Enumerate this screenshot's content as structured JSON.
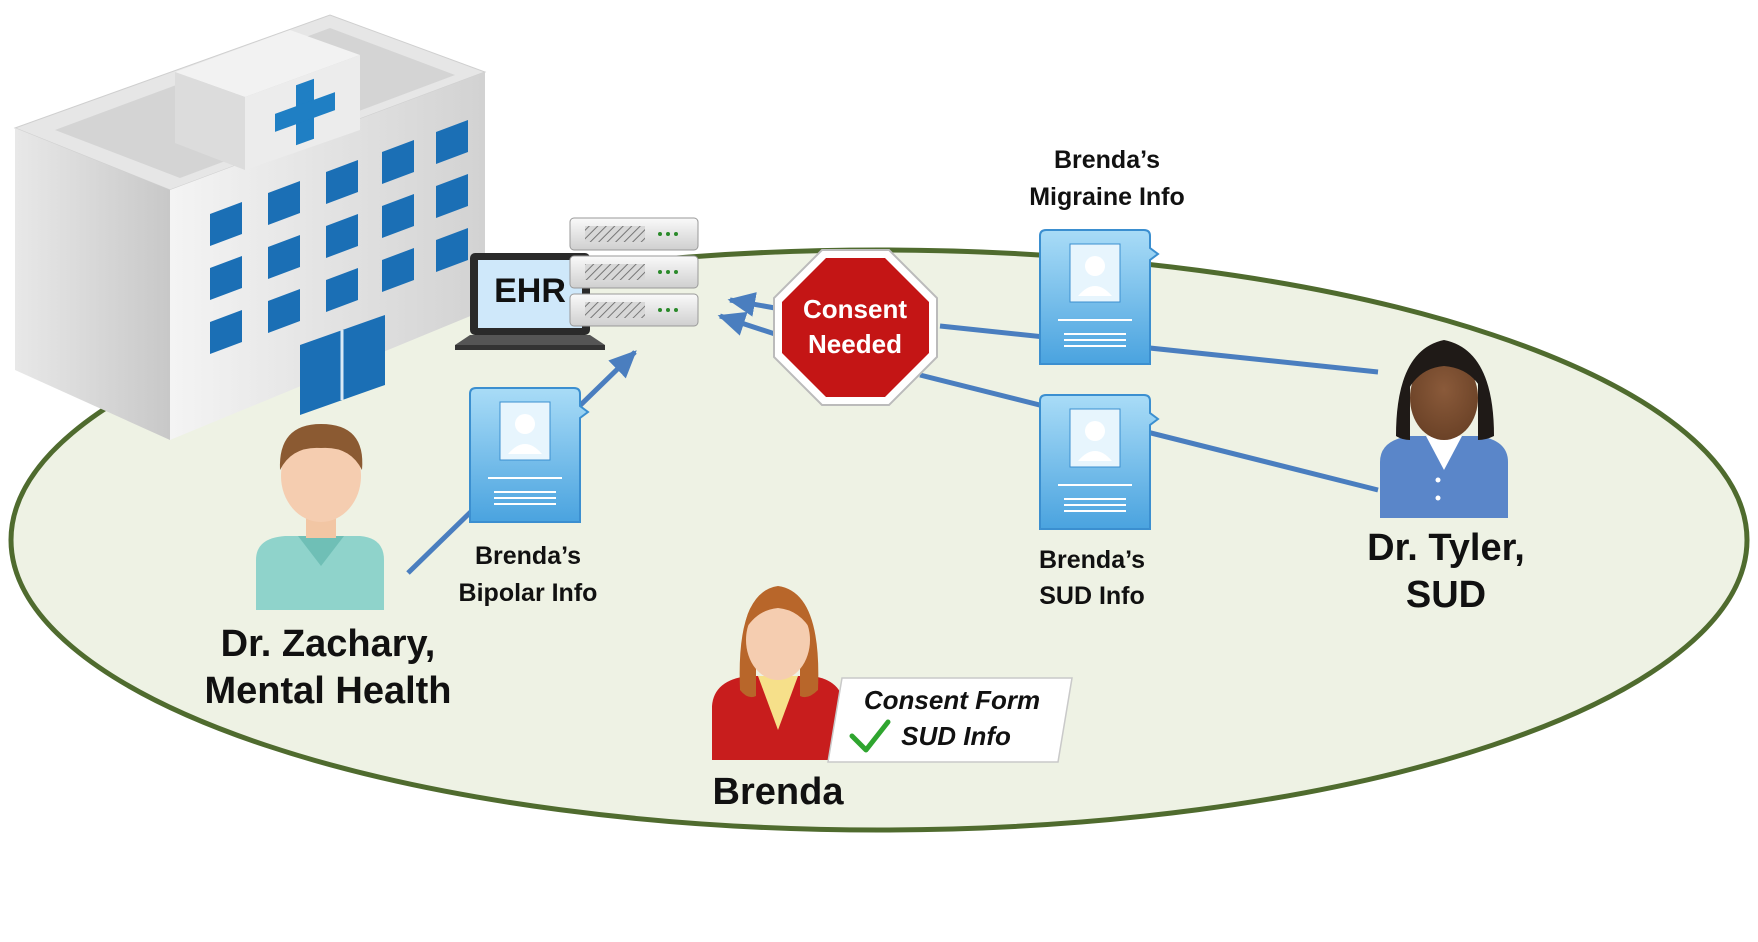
{
  "ehr": {
    "label": "EHR"
  },
  "stop_sign": {
    "line1": "Consent",
    "line2": "Needed"
  },
  "documents": {
    "migraine": {
      "line1": "Brenda’s",
      "line2": "Migraine Info"
    },
    "bipolar": {
      "line1": "Brenda’s",
      "line2": "Bipolar Info"
    },
    "sud": {
      "line1": "Brenda’s",
      "line2": "SUD Info"
    }
  },
  "people": {
    "zachary": {
      "line1": "Dr. Zachary,",
      "line2": "Mental Health"
    },
    "tyler": {
      "line1": "Dr. Tyler,",
      "line2": "SUD"
    },
    "brenda": {
      "name": "Brenda"
    }
  },
  "consent_form": {
    "title": "Consent Form",
    "item": "SUD Info"
  },
  "colors": {
    "ellipse_fill": "#eef2e4",
    "ellipse_stroke": "#4f6b2e",
    "arrow": "#4a7ebf",
    "stop_red": "#c41515",
    "doc_blue": "#4aa3df"
  }
}
